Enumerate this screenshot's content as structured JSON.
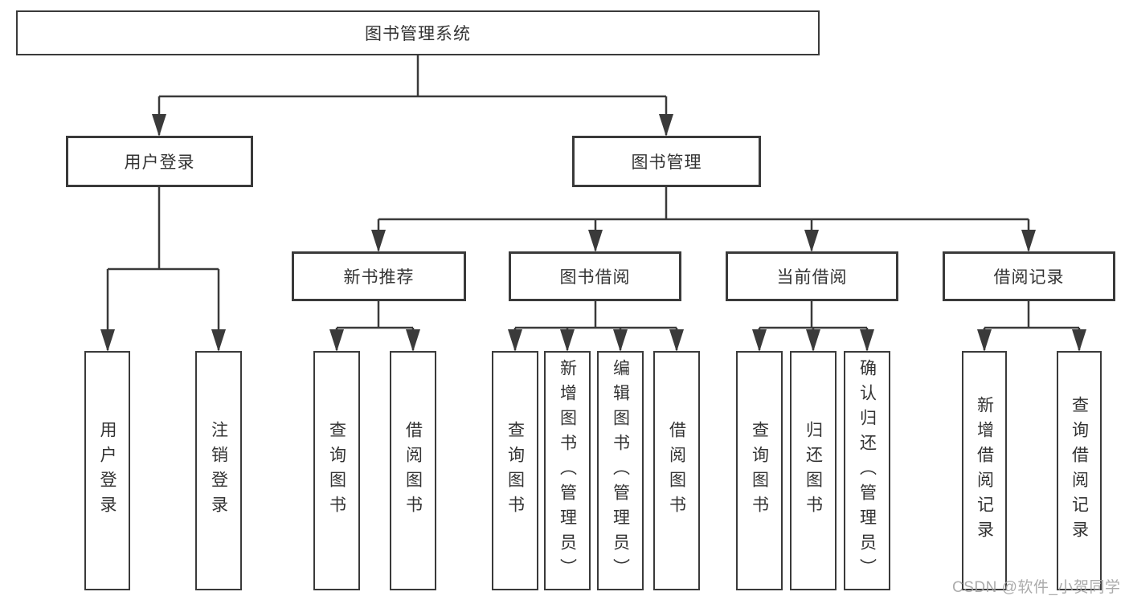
{
  "diagram": {
    "title_hint": "functional structure tree",
    "colors": {
      "line": "#3a3a3a",
      "box_border": "#3a3a3a",
      "text": "#333333",
      "background": "#ffffff",
      "watermark": "#a3a3a3"
    },
    "root": {
      "label": "图书管理系统"
    },
    "level2": [
      {
        "label": "用户登录"
      },
      {
        "label": "图书管理"
      }
    ],
    "level3": [
      {
        "label": "新书推荐",
        "parent": "图书管理"
      },
      {
        "label": "图书借阅",
        "parent": "图书管理"
      },
      {
        "label": "当前借阅",
        "parent": "图书管理"
      },
      {
        "label": "借阅记录",
        "parent": "图书管理"
      }
    ],
    "leaves": [
      {
        "label": "用户登录",
        "parent": "用户登录"
      },
      {
        "label": "注销登录",
        "parent": "用户登录"
      },
      {
        "label": "查询图书",
        "parent": "新书推荐"
      },
      {
        "label": "借阅图书",
        "parent": "新书推荐"
      },
      {
        "label": "查询图书",
        "parent": "图书借阅"
      },
      {
        "label": "新增图书（管理员）",
        "parent": "图书借阅"
      },
      {
        "label": "编辑图书（管理员）",
        "parent": "图书借阅"
      },
      {
        "label": "借阅图书",
        "parent": "图书借阅"
      },
      {
        "label": "查询图书",
        "parent": "当前借阅"
      },
      {
        "label": "归还图书",
        "parent": "当前借阅"
      },
      {
        "label": "确认归还（管理员）",
        "parent": "当前借阅"
      },
      {
        "label": "新增借阅记录",
        "parent": "借阅记录"
      },
      {
        "label": "查询借阅记录",
        "parent": "借阅记录"
      }
    ],
    "watermark": "CSDN @软件_小贺同学"
  }
}
